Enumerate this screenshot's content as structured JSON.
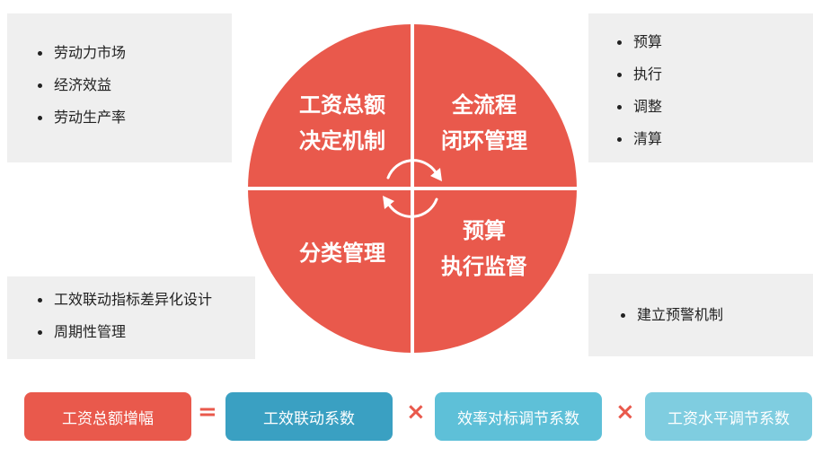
{
  "colors": {
    "wheel_red": "#e9594c",
    "pill_dark_blue": "#3aa0c2",
    "pill_mid_blue": "#5ec0d8",
    "pill_light_blue": "#7fcde0",
    "box_gray": "#efefef"
  },
  "wheel": {
    "top_left": {
      "line1": "工资总额",
      "line2": "决定机制"
    },
    "top_right": {
      "line1": "全流程",
      "line2": "闭环管理"
    },
    "bottom_left": {
      "line1": "分类管理"
    },
    "bottom_right": {
      "line1": "预算",
      "line2": "执行监督"
    },
    "center_icon": "cycle-arrows-icon"
  },
  "boxes": {
    "top_left": [
      "劳动力市场",
      "经济效益",
      "劳动生产率"
    ],
    "top_right": [
      "预算",
      "执行",
      "调整",
      "清算"
    ],
    "bottom_left": [
      "工效联动指标差异化设计",
      "周期性管理"
    ],
    "bottom_right": [
      "建立预警机制"
    ]
  },
  "formula": {
    "total": "工资总额增幅",
    "equals": "=",
    "term1": "工效联动系数",
    "times1": "×",
    "term2": "效率对标调节系数",
    "times2": "×",
    "term3": "工资水平调节系数"
  }
}
